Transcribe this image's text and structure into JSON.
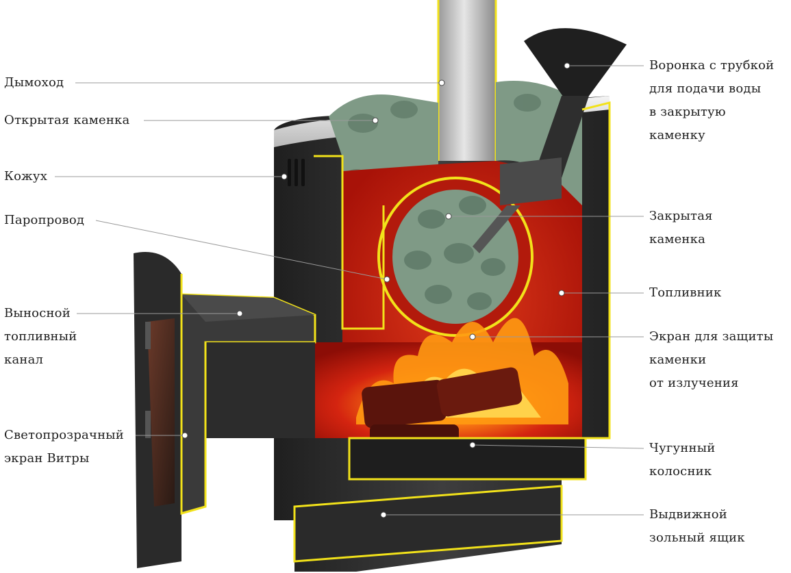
{
  "title": "Банная печь в разрезе",
  "labels": {
    "chimney": {
      "lines": [
        "Дымоход"
      ]
    },
    "open_heater": {
      "lines": [
        "Открытая каменка"
      ]
    },
    "casing": {
      "lines": [
        "Кожух"
      ]
    },
    "steam_pipe": {
      "lines": [
        "Паропровод"
      ]
    },
    "remote_channel": {
      "lines": [
        "Выносной",
        "топливный",
        "канал"
      ]
    },
    "glass_screen": {
      "lines": [
        "Светопрозрачный",
        "экран Витры"
      ]
    },
    "funnel": {
      "lines": [
        "Воронка с трубкой",
        "для подачи воды",
        "в закрытую",
        "каменку"
      ]
    },
    "closed_heater": {
      "lines": [
        "Закрытая",
        "каменка"
      ]
    },
    "firebox": {
      "lines": [
        "Топливник"
      ]
    },
    "heater_screen": {
      "lines": [
        "Экран для защиты",
        "каменки",
        "от излучения"
      ]
    },
    "grate": {
      "lines": [
        "Чугунный",
        "колосник"
      ]
    },
    "ash_drawer": {
      "lines": [
        "Выдвижной",
        "зольный ящик"
      ]
    }
  },
  "colors": {
    "text": "#1e1e1e",
    "leader": "#9a9a9a",
    "steel_dark": "#2b2b2b",
    "steel_mid": "#3a3a3a",
    "section_edge": "#f2e21a",
    "fire_red": "#c4160c",
    "flame": "#ffb000",
    "stone": "#7f9a86",
    "pipe": "#c7c7c7"
  }
}
